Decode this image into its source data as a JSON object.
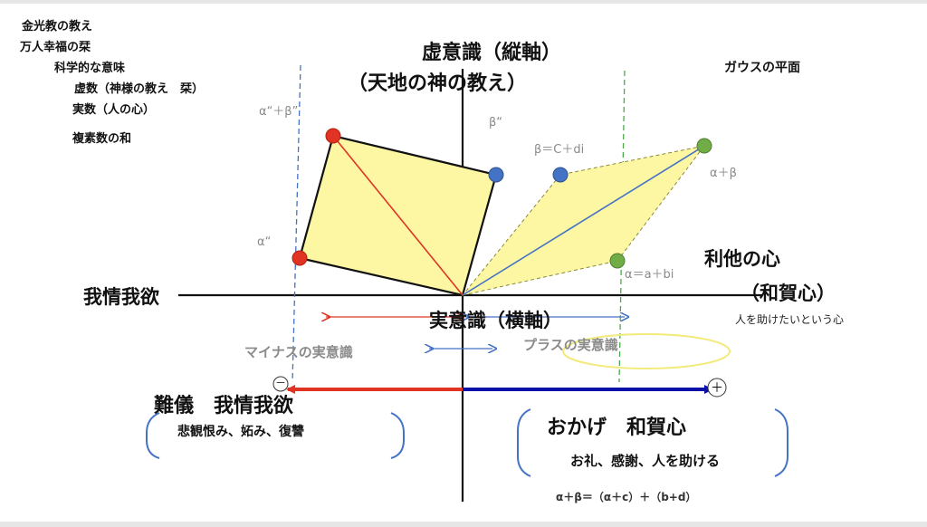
{
  "notes": {
    "line1": "金光教の教え",
    "line2": "万人幸福の栞",
    "line3": "科学的な意味",
    "line4": "虚数（神様の教え　栞）",
    "line5": "実数（人の心）",
    "line6": "複素数の和"
  },
  "axes": {
    "vertical_title": "虚意識（縦軸）",
    "vertical_subtitle": "（天地の神の教え）",
    "horizontal_title": "実意識（横軸）",
    "left_label": "我情我欲",
    "gauss": "ガウスの平面"
  },
  "points": {
    "alpha_plus_beta_prime": "α“＋β”",
    "beta_prime": "β“",
    "beta": "β＝C＋di",
    "alpha_plus_beta": "α＋β",
    "alpha_prime": "α“",
    "alpha": "α＝a＋bi"
  },
  "right_side": {
    "title1": "利他の心",
    "title2": "（和賀心）",
    "subtitle": "人を助けたいという心"
  },
  "consciousness": {
    "minus": "マイナスの実意識",
    "plus": "プラスの実意識"
  },
  "bottom_left": {
    "title": "難儀　我情我欲",
    "detail": "悲観恨み、妬み、復讐"
  },
  "bottom_right": {
    "title": "おかげ　和賀心",
    "detail": "お礼、感謝、人を助ける"
  },
  "formula": "α＋β＝（α＋c）＋（b+d）",
  "signs": {
    "minus": "－",
    "plus": "＋"
  },
  "colors": {
    "fill": "#fdf7a4",
    "red": "#e03324",
    "blue": "#4472c4",
    "green": "#70ad47",
    "dark_blue": "#0a10a8",
    "axis": "#111111"
  }
}
